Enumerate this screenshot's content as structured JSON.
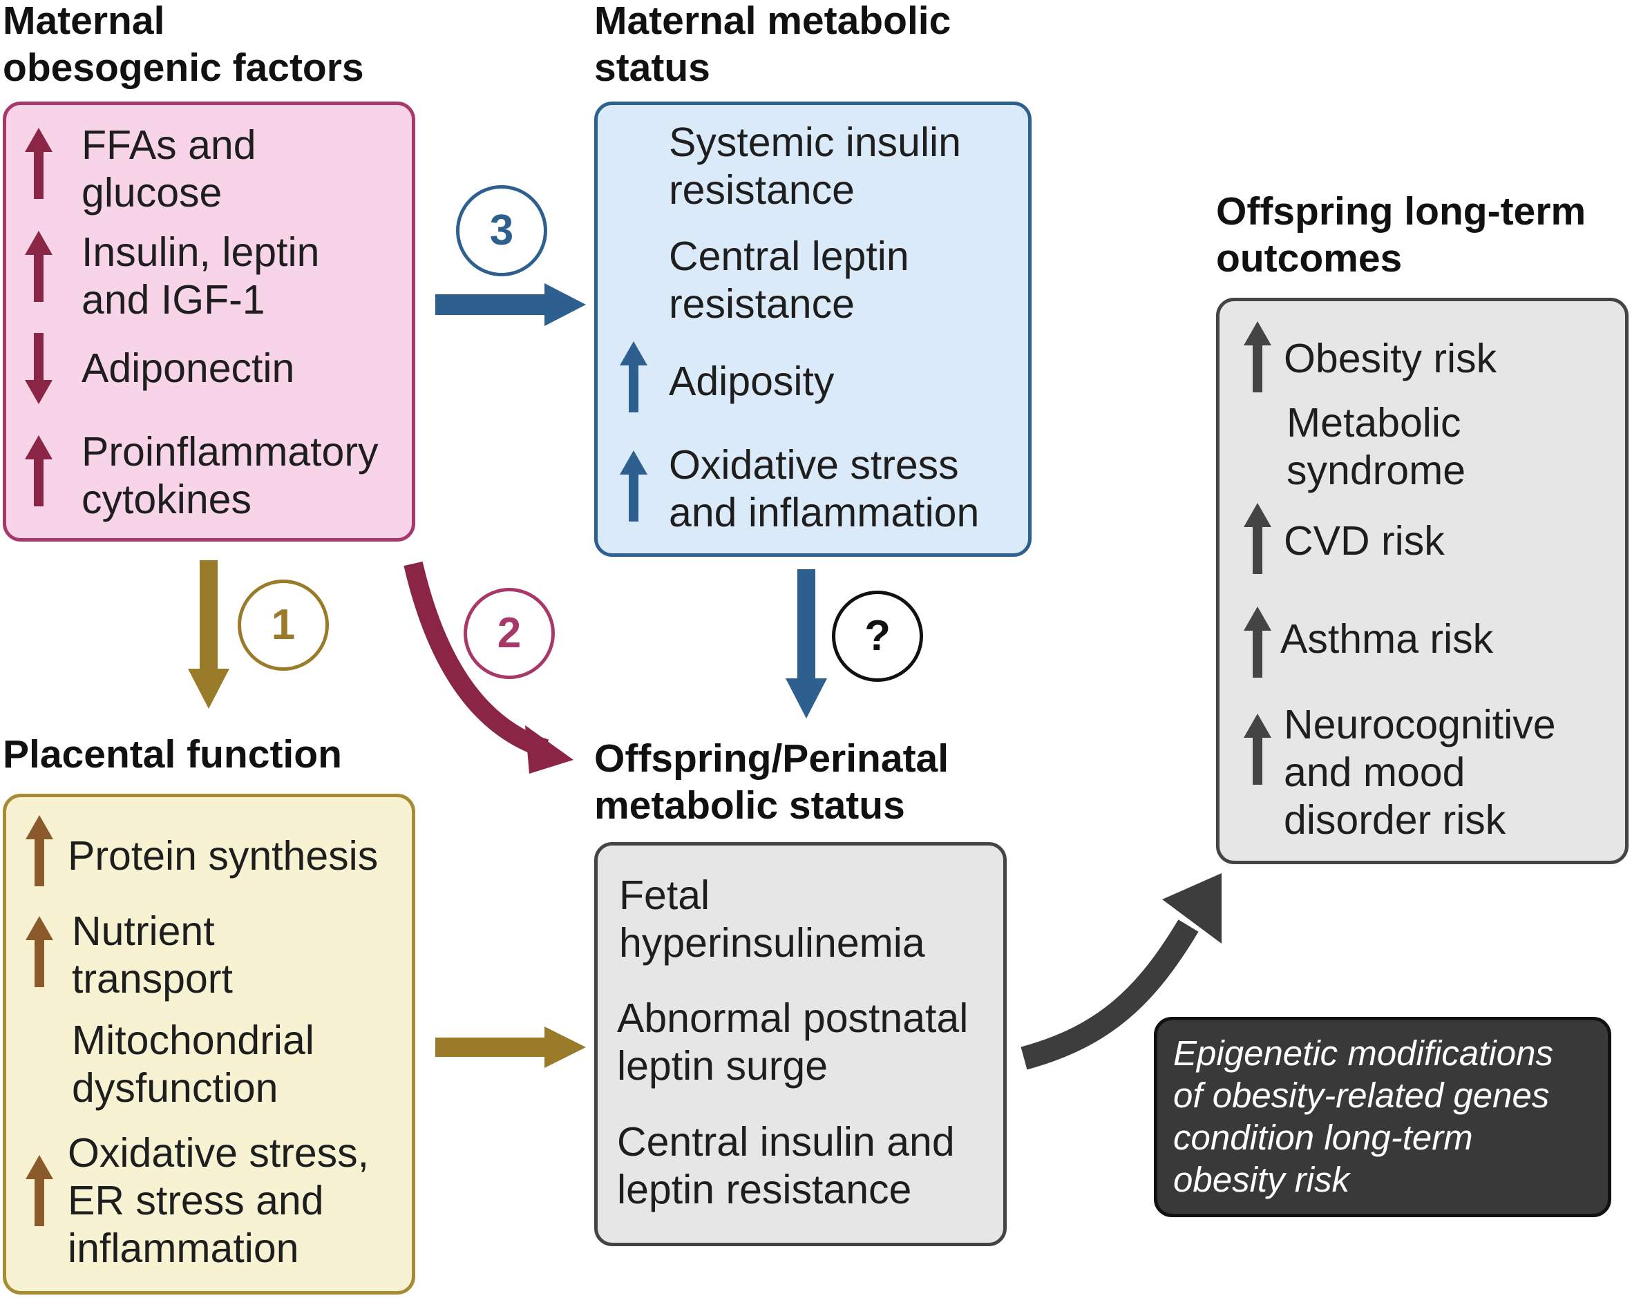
{
  "headings": {
    "maternal_factors": [
      "Maternal",
      "obesogenic factors"
    ],
    "maternal_metabolic": [
      "Maternal metabolic",
      "status"
    ],
    "offspring_outcomes": [
      "Offspring long-term",
      "outcomes"
    ],
    "placental_function": [
      "Placental function"
    ],
    "offspring_perinatal": [
      "Offspring/Perinatal",
      "metabolic status"
    ]
  },
  "maternal_factors": [
    {
      "lines": [
        "FFAs and",
        "glucose"
      ],
      "direction": "up"
    },
    {
      "lines": [
        "Insulin, leptin",
        "and IGF-1"
      ],
      "direction": "up"
    },
    {
      "lines": [
        "Adiponectin"
      ],
      "direction": "down"
    },
    {
      "lines": [
        "Proinflammatory",
        "cytokines"
      ],
      "direction": "up"
    }
  ],
  "maternal_metabolic": [
    {
      "lines": [
        "Systemic insulin",
        "resistance"
      ],
      "direction": "none"
    },
    {
      "lines": [
        "Central leptin",
        "resistance"
      ],
      "direction": "none"
    },
    {
      "lines": [
        "Adiposity"
      ],
      "direction": "up"
    },
    {
      "lines": [
        "Oxidative stress",
        "and inflammation"
      ],
      "direction": "up"
    }
  ],
  "placental_function": [
    {
      "lines": [
        "Protein synthesis"
      ],
      "direction": "up"
    },
    {
      "lines": [
        "Nutrient",
        "transport"
      ],
      "direction": "up"
    },
    {
      "lines": [
        "Mitochondrial",
        "dysfunction"
      ],
      "direction": "none"
    },
    {
      "lines": [
        "Oxidative stress,",
        "ER stress and",
        "inflammation"
      ],
      "direction": "up"
    }
  ],
  "offspring_perinatal": [
    {
      "lines": [
        "Fetal",
        "hyperinsulinemia"
      ]
    },
    {
      "lines": [
        "Abnormal postnatal",
        "leptin surge"
      ]
    },
    {
      "lines": [
        "Central insulin and",
        "leptin resistance"
      ]
    }
  ],
  "offspring_outcomes": [
    {
      "lines": [
        "Obesity risk"
      ],
      "direction": "up"
    },
    {
      "lines": [
        "Metabolic",
        "syndrome"
      ],
      "direction": "none"
    },
    {
      "lines": [
        "CVD risk"
      ],
      "direction": "up"
    },
    {
      "lines": [
        "Asthma risk"
      ],
      "direction": "up"
    },
    {
      "lines": [
        "Neurocognitive",
        "and mood",
        "disorder risk"
      ],
      "direction": "up"
    }
  ],
  "epigenetic_note": [
    "Epigenetic modifications",
    "of obesity-related genes",
    "condition long-term",
    "obesity risk"
  ],
  "pathway_labels": {
    "path1": "1",
    "path2": "2",
    "path3": "3",
    "unknown": "?"
  },
  "colors": {
    "maternal_accent": "#8b2545",
    "metabolic_accent": "#2d5f8f",
    "placental_accent": "#9a7b2a",
    "placental_indicator": "#8b5a2b",
    "outcome_accent": "#444444"
  }
}
